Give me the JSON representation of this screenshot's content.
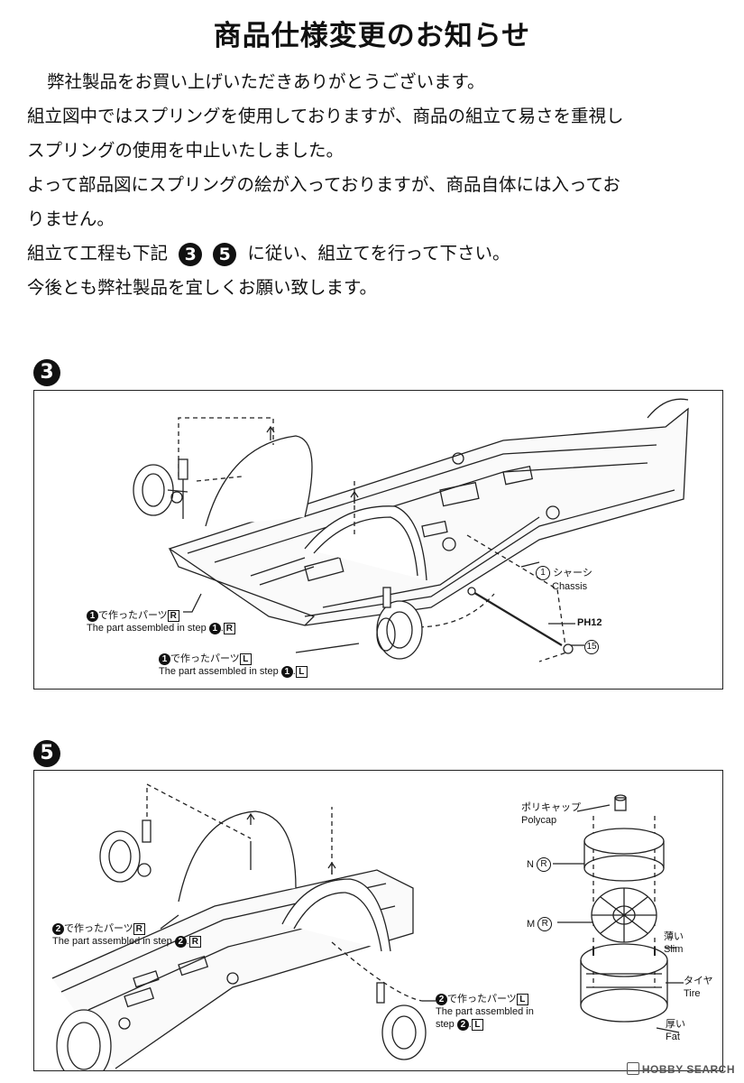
{
  "notice": {
    "title": "商品仕様変更のお知らせ",
    "lines": [
      "弊社製品をお買い上げいただきありがとうございます。",
      "組立図中ではスプリングを使用しておりますが、商品の組立て易さを重視し",
      "スプリングの使用を中止いたしました。",
      "よって部品図にスプリングの絵が入っておりますが、商品自体には入ってお",
      "りません。"
    ],
    "steps_line": {
      "prefix": "組立て工程も下記",
      "step_a": "3",
      "step_b": "5",
      "suffix": "に従い、組立てを行って下さい。"
    },
    "closing": "今後とも弊社製品を宜しくお願い致します。"
  },
  "step3": {
    "number": "3",
    "chassis_num": "1",
    "chassis_jp": "シャーシ",
    "chassis_en": "Chassis",
    "part_code": "PH12",
    "part_ref": "15",
    "label_r": {
      "step": "1",
      "jp": "で作ったパーツ",
      "side": "R",
      "en": "The part assembled in step"
    },
    "label_l": {
      "step": "1",
      "jp": "で作ったパーツ",
      "side": "L",
      "en": "The part assembled in step"
    }
  },
  "step5": {
    "number": "5",
    "label_r": {
      "step": "2",
      "jp": "で作ったパーツ",
      "side": "R",
      "en": "The part assembled in step"
    },
    "label_l": {
      "step": "2",
      "jp": "で作ったパーツ",
      "side": "L",
      "en": "The part assembled in"
    },
    "label_l_line2": "step",
    "polycap_jp": "ポリキャップ",
    "polycap_en": "Polycap",
    "n_label": "N",
    "n_mark": "R",
    "m_label": "M",
    "m_mark": "R",
    "slim_jp": "薄い",
    "slim_en": "Slim",
    "tire_jp": "タイヤ",
    "tire_en": "Tire",
    "fat_jp": "厚い",
    "fat_en": "Fat"
  },
  "watermark": "HOBBY SEARCH"
}
